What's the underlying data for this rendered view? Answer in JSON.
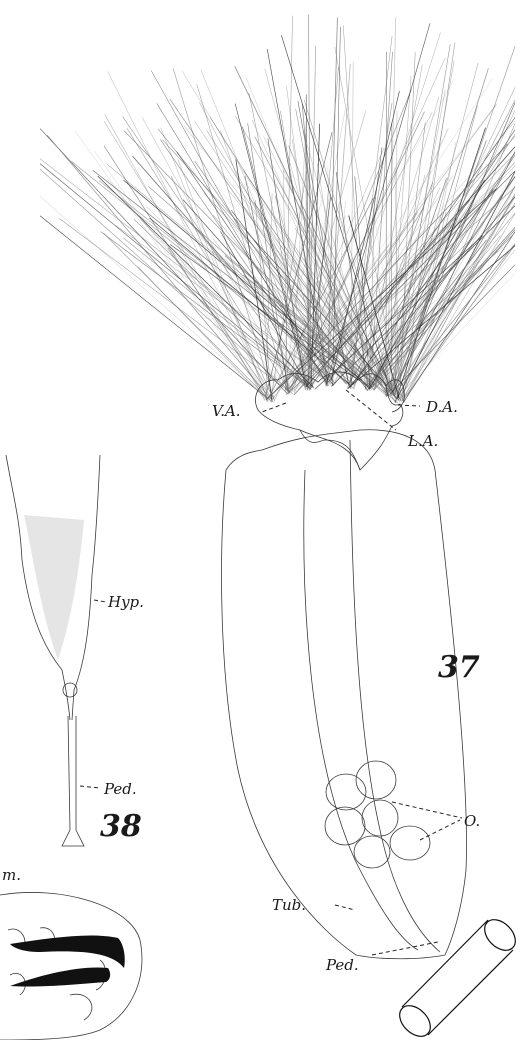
{
  "figures": {
    "fig37": {
      "number": "37",
      "labels": {
        "dorsal_arm": "D.A.",
        "ventral_arm": "V.A.",
        "lateral_arm": "L.A.",
        "ovary": "O.",
        "tube": "Tub.",
        "peduncle": "Ped."
      }
    },
    "fig38": {
      "number": "38",
      "labels": {
        "hypostome": "Hyp.",
        "peduncle": "Ped."
      }
    },
    "fig39_partial": {
      "labels": {
        "cut_label": "m."
      }
    }
  }
}
